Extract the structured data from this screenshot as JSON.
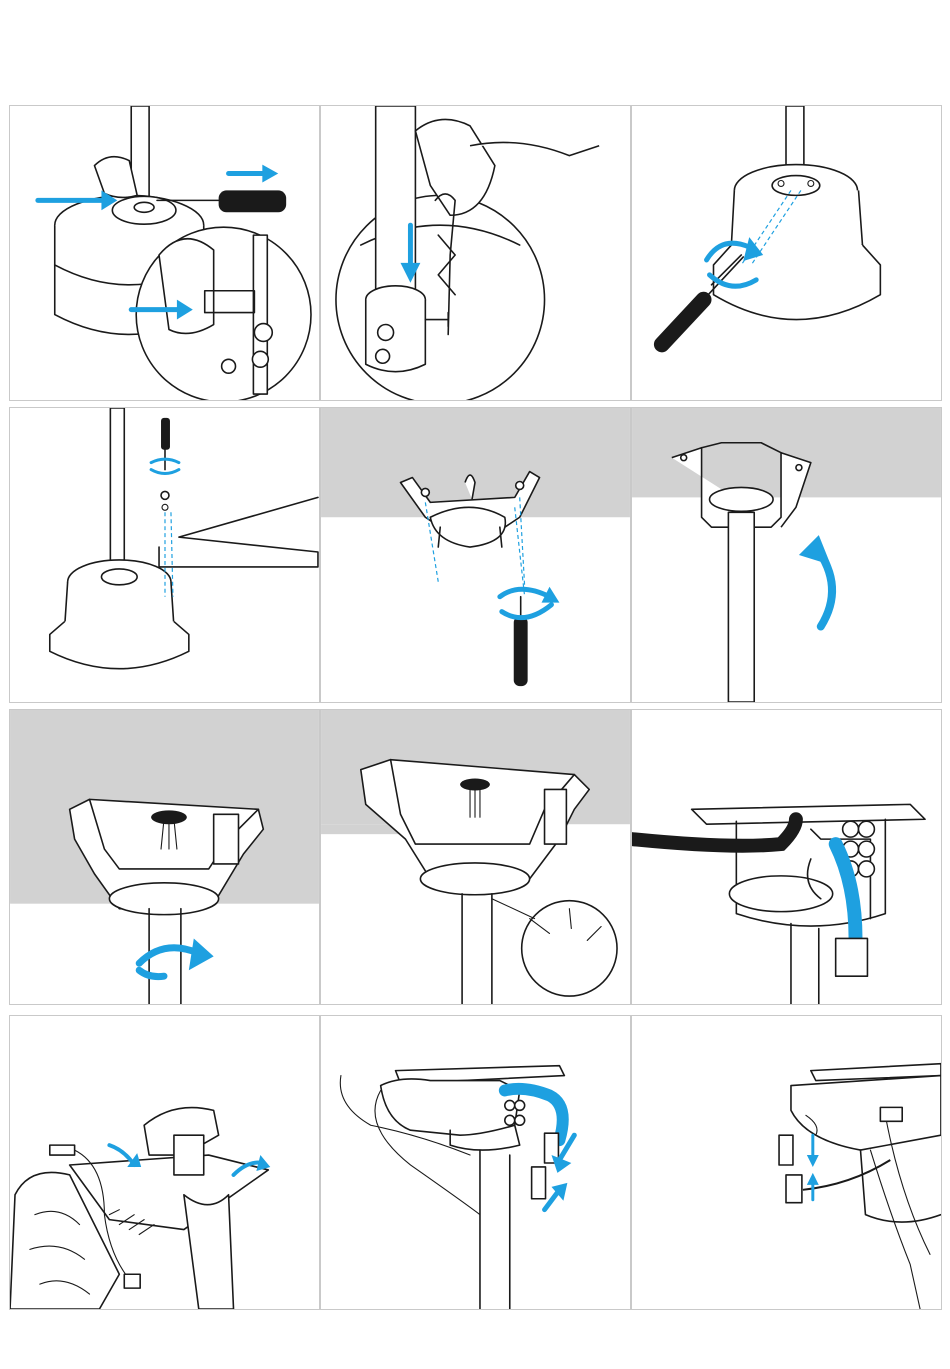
{
  "page": {
    "background": "#ffffff"
  },
  "colors": {
    "accent": "#1ea0e0",
    "line": "#1a1a1a",
    "ceiling": "#d2d2d2",
    "border": "#c9c9c9"
  },
  "steps": [
    {
      "id": 1,
      "icon": "set-screw-loosen-icon"
    },
    {
      "id": 2,
      "icon": "hairpin-clip-insert-icon"
    },
    {
      "id": 3,
      "icon": "screwdriver-tighten-icon"
    },
    {
      "id": 4,
      "icon": "remove-bracket-screws-icon"
    },
    {
      "id": 5,
      "icon": "mount-bracket-ceiling-icon"
    },
    {
      "id": 6,
      "icon": "lift-downrod-icon"
    },
    {
      "id": 7,
      "icon": "rotate-canopy-icon"
    },
    {
      "id": 8,
      "icon": "ball-seated-icon"
    },
    {
      "id": 9,
      "icon": "ceiling-wires-icon"
    },
    {
      "id": 10,
      "icon": "receiver-insert-icon"
    },
    {
      "id": 11,
      "icon": "connector-join-icon"
    },
    {
      "id": 12,
      "icon": "plug-connect-icon"
    }
  ]
}
